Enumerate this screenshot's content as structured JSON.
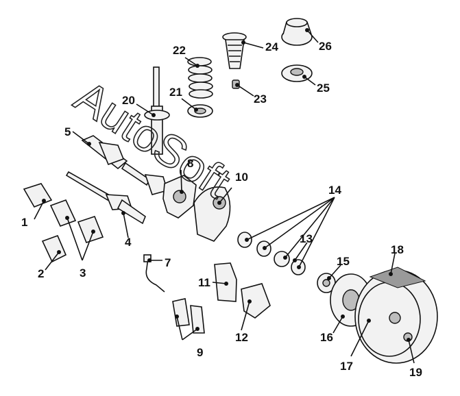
{
  "watermark": "AutoSoft",
  "callouts": {
    "c1": "1",
    "c2": "2",
    "c3": "3",
    "c4": "4",
    "c5": "5",
    "c7": "7",
    "c8": "8",
    "c9": "9",
    "c10": "10",
    "c11": "11",
    "c12": "12",
    "c13": "13",
    "c14": "14",
    "c15": "15",
    "c16": "16",
    "c17": "17",
    "c18": "18",
    "c19": "19",
    "c20": "20",
    "c21": "21",
    "c22": "22",
    "c23": "23",
    "c24": "24",
    "c25": "25",
    "c26": "26"
  }
}
